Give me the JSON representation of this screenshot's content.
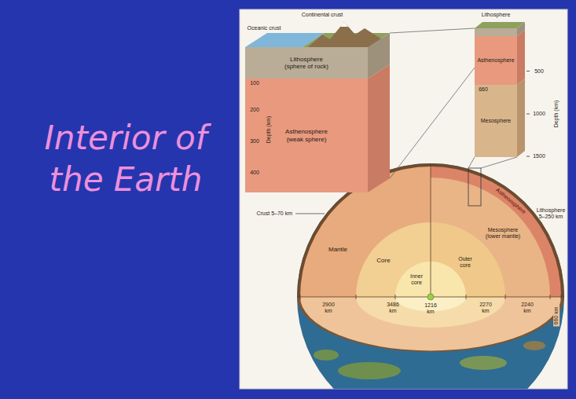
{
  "diagram": {
    "title": "Interior of the Earth",
    "nodes": [
      {
        "text": [
          "Lithosphere (sphere of rock)"
        ]
      },
      {
        "text": [
          "Asthenosphere (weak sphere)"
        ]
      },
      {
        "text": [
          "Lithosphere"
        ]
      },
      {
        "text": [
          "Asthenosphere"
        ]
      },
      {
        "text": [
          "Mesosphere"
        ]
      }
    ],
    "labels": [
      "Continental crust",
      "Oceanic crust",
      "100",
      "200",
      "300",
      "400",
      "Depth (km)",
      "660",
      "500",
      "1000",
      "1500",
      "Depth (km)",
      "Crust 5–70 km",
      "Mantle",
      "Core",
      "Inner core",
      "Outer core",
      "Mesosphere (lower mantle)",
      "Asthenosphere",
      "Lithosphere 5–250 km",
      "2900 km",
      "3486 km",
      "1216 km",
      "2270 km",
      "2240 km",
      "660 km"
    ]
  }
}
